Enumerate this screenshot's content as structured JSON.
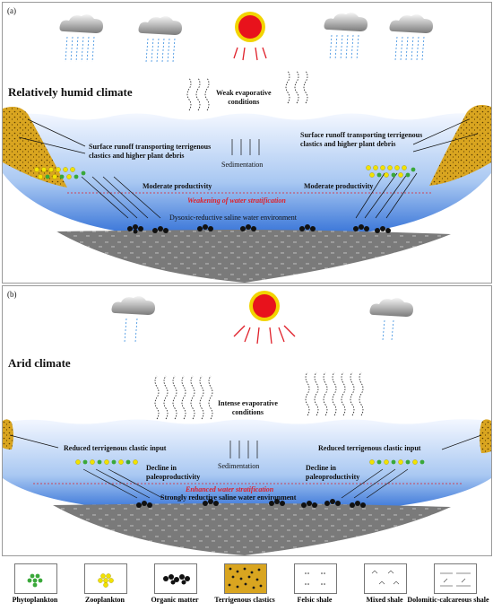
{
  "panel_a": {
    "label": "(a)",
    "climate": "Relatively humid climate",
    "evaporation": [
      "Weak evaporative",
      "conditions"
    ],
    "runoff_left": [
      "Surface runoff transporting terrigenous",
      "clastics and higher plant debris"
    ],
    "runoff_right": [
      "Surface runoff transporting terrigenous",
      "clastics and higher plant debris"
    ],
    "sedimentation": "Sedimentation",
    "productivity_left": "Moderate productivity",
    "productivity_right": "Moderate productivity",
    "stratification": "Weakening of water stratification",
    "environment": "Dysoxic-reductive saline water environment"
  },
  "panel_b": {
    "label": "(b)",
    "climate": "Arid climate",
    "evaporation": [
      "Intense evaporative",
      "conditions"
    ],
    "input_left": "Reduced terrigenous clastic input",
    "input_right": "Reduced terrigenous clastic input",
    "sedimentation": "Sedimentation",
    "productivity_left": [
      "Decline in",
      "paleoproductivity"
    ],
    "productivity_right": [
      "Decline in",
      "paleoproductivity"
    ],
    "stratification": "Enhanced water stratification",
    "environment": "Strongly reductive saline water environment"
  },
  "legend": [
    {
      "label": "Phytoplankton",
      "icon": "phytoplankton-icon"
    },
    {
      "label": "Zooplankton",
      "icon": "zooplankton-icon"
    },
    {
      "label": "Organic matter",
      "icon": "organic-matter-icon"
    },
    {
      "label": "Terrigenous clastics",
      "icon": "terrigenous-clastics-icon"
    },
    {
      "label": "Felsic shale",
      "icon": "felsic-shale-icon"
    },
    {
      "label": "Mixed shale",
      "icon": "mixed-shale-icon"
    },
    {
      "label": "Dolomitic-calcareous shale",
      "icon": "dolomitic-calcareous-shale-icon"
    }
  ],
  "colors": {
    "sun": "#e8121c",
    "sun_ring": "#f2d400",
    "water_top": "#e8f1ff",
    "water_bottom": "#2f6ed6",
    "sediment": "#7d7d7d",
    "clastics": "#d9a520",
    "phytoplankton": "#3aa83a",
    "zooplankton": "#f2e200",
    "stratification": "#e0202a"
  }
}
